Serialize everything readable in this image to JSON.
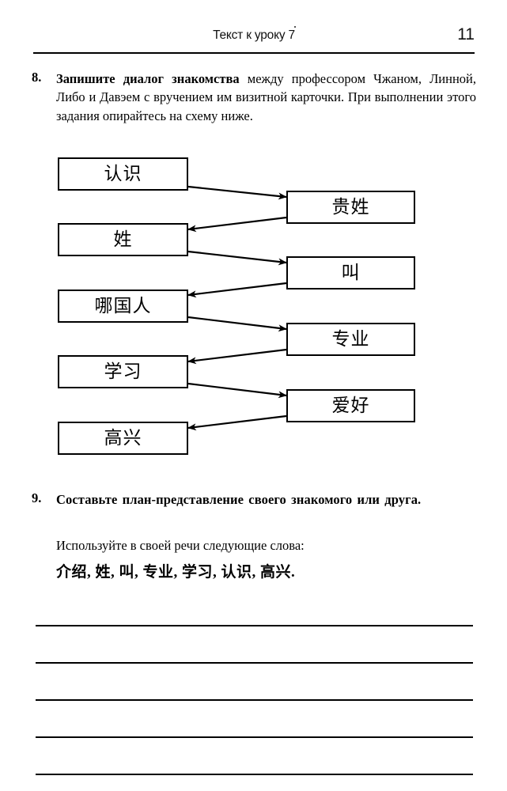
{
  "page": {
    "header_title": "Текст к уроку 7",
    "page_number": "11"
  },
  "exercises": [
    {
      "number": "8.",
      "text_bold": "Запишите диалог знакомства",
      "text_rest": " между профессором Чжаном, Линной, Либо и Давэем с вручением им визитной карточки. При выполнении этого задания опирайтесь на схему ниже."
    },
    {
      "number": "9.",
      "text": "Составьте план-представление своего знакомого или друга."
    }
  ],
  "sub_instruction": "Используйте в своей речи следующие слова:",
  "word_list": "介绍, 姓, 叫, 专业, 学习, 认识, 高兴.",
  "diagram": {
    "left_nodes": [
      {
        "label": "认识"
      },
      {
        "label": "姓"
      },
      {
        "label": "哪国人"
      },
      {
        "label": "学习"
      },
      {
        "label": "高兴"
      }
    ],
    "right_nodes": [
      {
        "label": "贵姓"
      },
      {
        "label": "叫"
      },
      {
        "label": "专业"
      },
      {
        "label": "爱好"
      }
    ],
    "connections": [
      {
        "from": "left-0",
        "to": "right-0"
      },
      {
        "from": "right-0",
        "to": "left-1"
      },
      {
        "from": "left-1",
        "to": "right-1"
      },
      {
        "from": "right-1",
        "to": "left-2"
      },
      {
        "from": "left-2",
        "to": "right-2"
      },
      {
        "from": "right-2",
        "to": "left-3"
      },
      {
        "from": "left-3",
        "to": "right-3"
      },
      {
        "from": "right-3",
        "to": "left-4"
      }
    ]
  },
  "writing_lines_count": 5
}
